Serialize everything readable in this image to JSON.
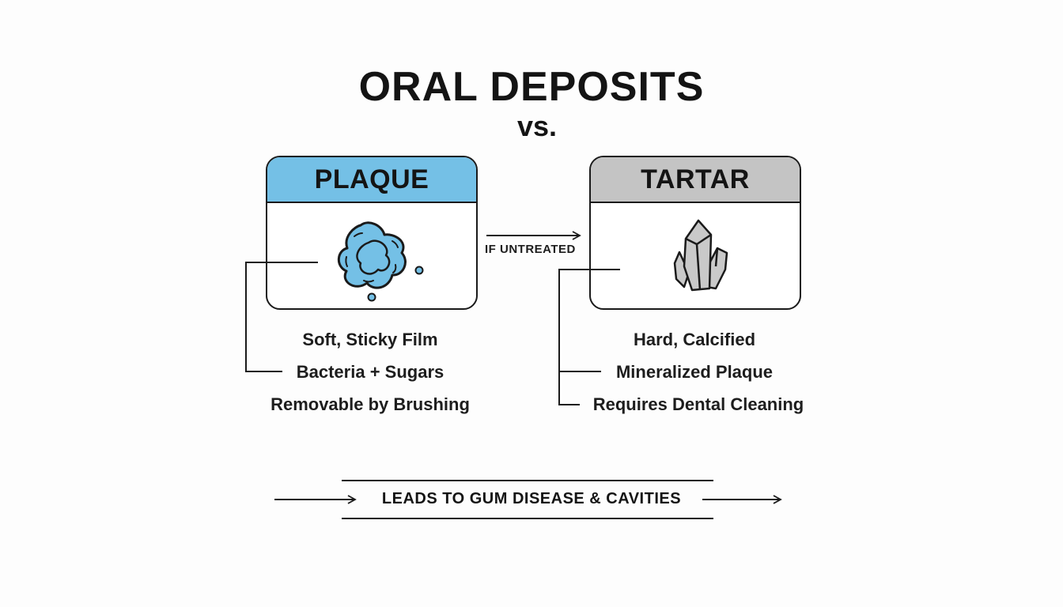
{
  "title": "ORAL DEPOSITS",
  "subtitle": "vs.",
  "plaque": {
    "heading": "PLAQUE",
    "header_color": "#74c0e6",
    "icon": "plaque-blob-icon",
    "features": [
      "Soft, Sticky Film",
      "Bacteria + Sugars",
      "Removable by Brushing"
    ]
  },
  "tartar": {
    "heading": "TARTAR",
    "header_color": "#c4c4c4",
    "icon": "crystal-icon",
    "features": [
      "Hard, Calcified",
      "Mineralized Plaque",
      "Requires Dental Cleaning"
    ]
  },
  "transition_label": "IF UNTREATED",
  "consequence": "LEADS TO GUM DISEASE & CAVITIES"
}
